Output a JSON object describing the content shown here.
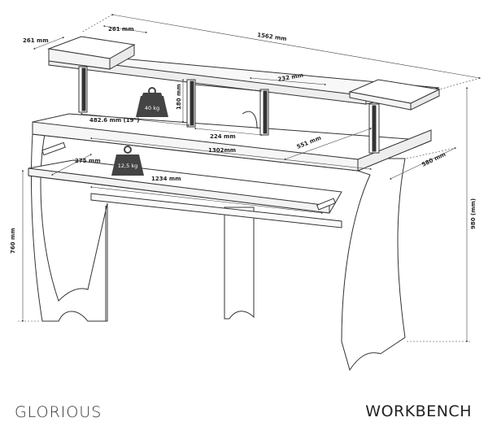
{
  "brand": {
    "logo_text": "GLORIOUS"
  },
  "product": {
    "name": "WORKBENCH"
  },
  "dimensions": {
    "top_shelf_depth": "261 mm",
    "top_shelf_width": "261 mm",
    "total_width": "1562 mm",
    "shelf_depth": "232 mm",
    "rack_width": "482.6 mm (19\")",
    "rack_height": "180 mm",
    "compartment_width": "224 mm",
    "desk_width": "1302mm",
    "desk_depth": "551 mm",
    "total_depth": "580 mm",
    "drawer_depth": "275 mm",
    "drawer_width": "1234 mm",
    "desk_height": "760 mm",
    "total_height": "980 (mm)"
  },
  "weights": {
    "top_load": "40 kg",
    "drawer_load": "12,5 kg"
  }
}
